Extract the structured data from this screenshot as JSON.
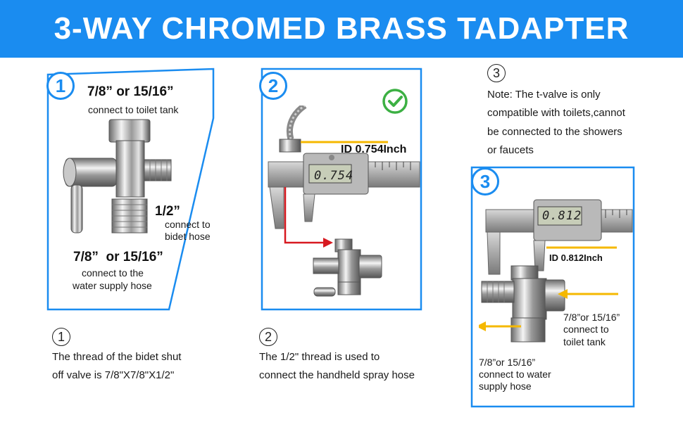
{
  "title": "3-WAY CHROMED BRASS TADAPTER",
  "panel1": {
    "number": "1",
    "top_size": "7/8” or 15/16”",
    "top_desc": "connect to toilet tank",
    "mid_size": "1/2”",
    "mid_desc_line1": "connect to",
    "mid_desc_line2": "bidet hose",
    "bottom_size": "7/8”  or 15/16”",
    "bottom_desc_line1": "connect to the",
    "bottom_desc_line2": "water supply hose"
  },
  "panel2": {
    "number": "2",
    "measure_label": "ID 0.754Inch",
    "caliper_readout": "0.754"
  },
  "note": {
    "number": "3",
    "line1": "Note: The t-valve is only",
    "line2": "compatible with toilets,cannot",
    "line3": "be connected to the showers",
    "line4": "or faucets"
  },
  "panel3": {
    "number": "3",
    "caliper_readout": "0.812",
    "measure_label": "ID 0.812Inch",
    "right_desc_line1": "7/8”or 15/16”",
    "right_desc_line2": "connect to",
    "right_desc_line3": "toilet tank",
    "left_desc_line1": "7/8”or 15/16”",
    "left_desc_line2": "connect to water",
    "left_desc_line3": "supply hose"
  },
  "desc1": {
    "number": "1",
    "line1": "The thread of the bidet shut",
    "line2": "off valve is 7/8\"X7/8\"X1/2\""
  },
  "desc2": {
    "number": "2",
    "line1": "The 1/2\" thread is used to",
    "line2": "connect the handheld spray hose"
  },
  "colors": {
    "brand_blue": "#1a8cf0",
    "check_green": "#3cb043",
    "arrow_red": "#d71920",
    "arrow_yellow": "#f5b800"
  }
}
